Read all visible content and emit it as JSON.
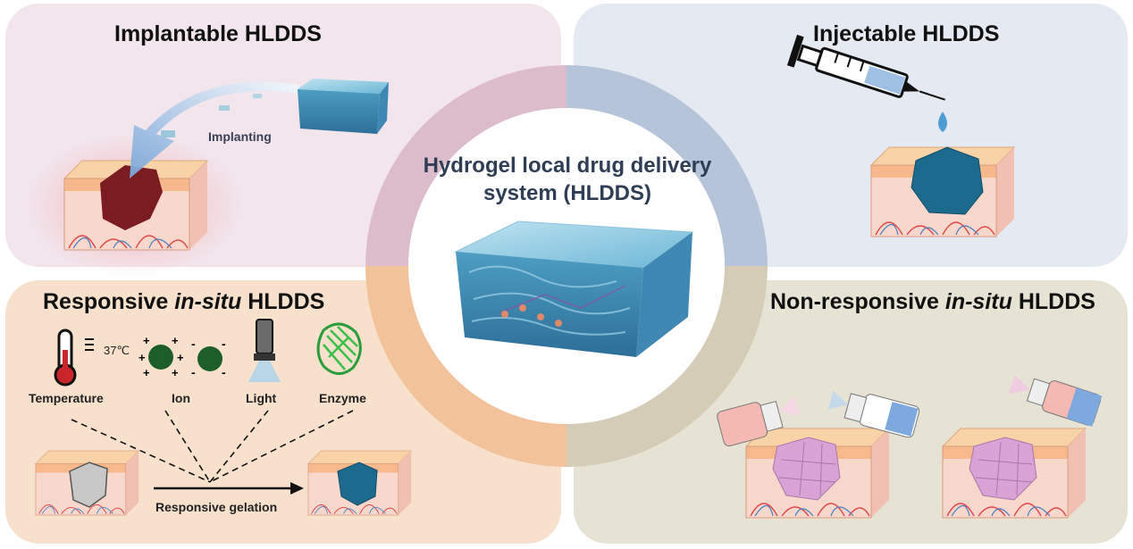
{
  "panels": {
    "implantable": {
      "title": "Implantable HLDDS",
      "arrow_label": "Implanting"
    },
    "injectable": {
      "title": "Injectable HLDDS"
    },
    "responsive": {
      "title_pre": "Responsive ",
      "title_em": "in-situ",
      "title_post": " HLDDS",
      "temp_value": "37℃",
      "stimuli": [
        "Temperature",
        "Ion",
        "Light",
        "Enzyme"
      ],
      "arrow_label": "Responsive gelation"
    },
    "nonresponsive": {
      "title_pre": "Non-responsive ",
      "title_em": "in-situ",
      "title_post": " HLDDS"
    }
  },
  "center": {
    "title": "Hydrogel local drug delivery system (HLDDS)"
  },
  "colors": {
    "implantable_bg": "#f2e5ec",
    "injectable_bg": "#e5e9f1",
    "responsive_bg": "#f7e1cd",
    "nonresponsive_bg": "#e6e3d5",
    "hydrogel": "#5aa7c9",
    "skin": "#f7c9a4",
    "tumor_implant": "#7b1b22",
    "tumor_inject": "#1c6b8f",
    "gel_purple": "#d9a3d6"
  }
}
